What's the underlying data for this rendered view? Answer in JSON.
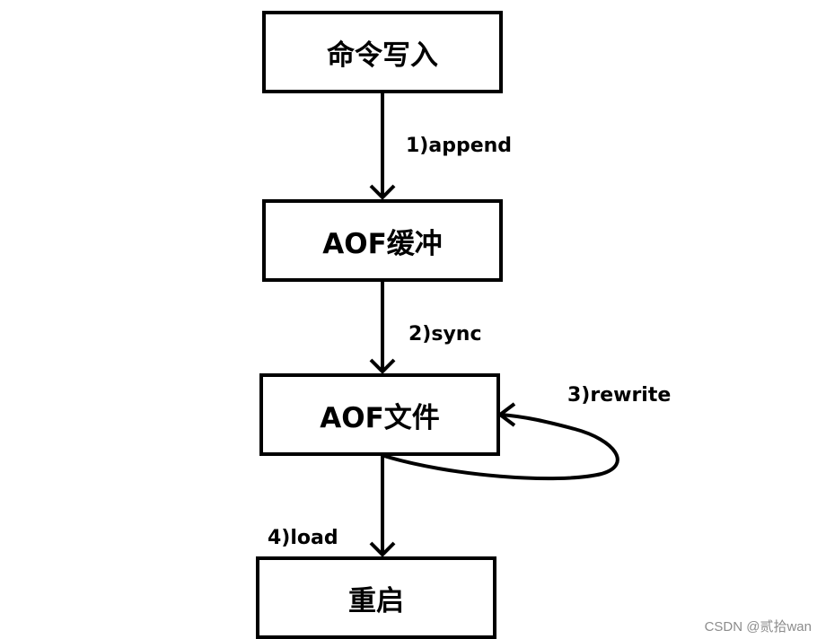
{
  "nodes": {
    "command_write": "命令写入",
    "aof_buffer": "AOF缓冲",
    "aof_file": "AOF文件",
    "restart": "重启"
  },
  "edges": {
    "append": "1)append",
    "sync": "2)sync",
    "rewrite": "3)rewrite",
    "load": "4)load"
  },
  "watermark": "CSDN @贰拾wan"
}
